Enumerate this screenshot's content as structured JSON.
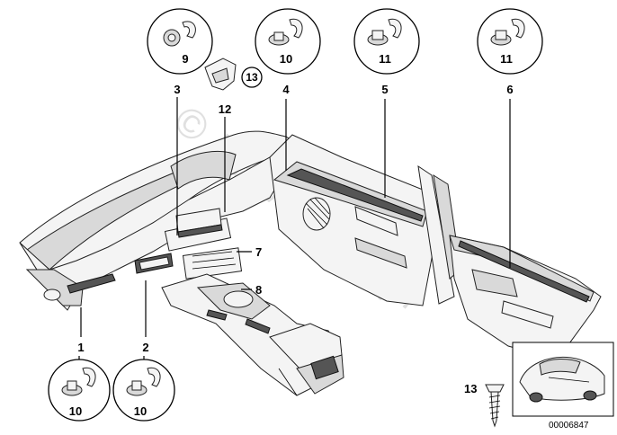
{
  "watermark": "© BMWstore.pl",
  "doc_number": "00006847",
  "callouts": {
    "c1": "1",
    "c2": "2",
    "c3": "3",
    "c4": "4",
    "c5": "5",
    "c6": "6",
    "c7": "7",
    "c8": "8",
    "c12": "12",
    "c13": "13"
  },
  "detail_circles": {
    "top_9": "9",
    "top_10": "10",
    "top_11a": "11",
    "top_11b": "11",
    "bottom_10a": "10",
    "bottom_10b": "10",
    "clip_13": "13"
  },
  "inset_label": "13"
}
